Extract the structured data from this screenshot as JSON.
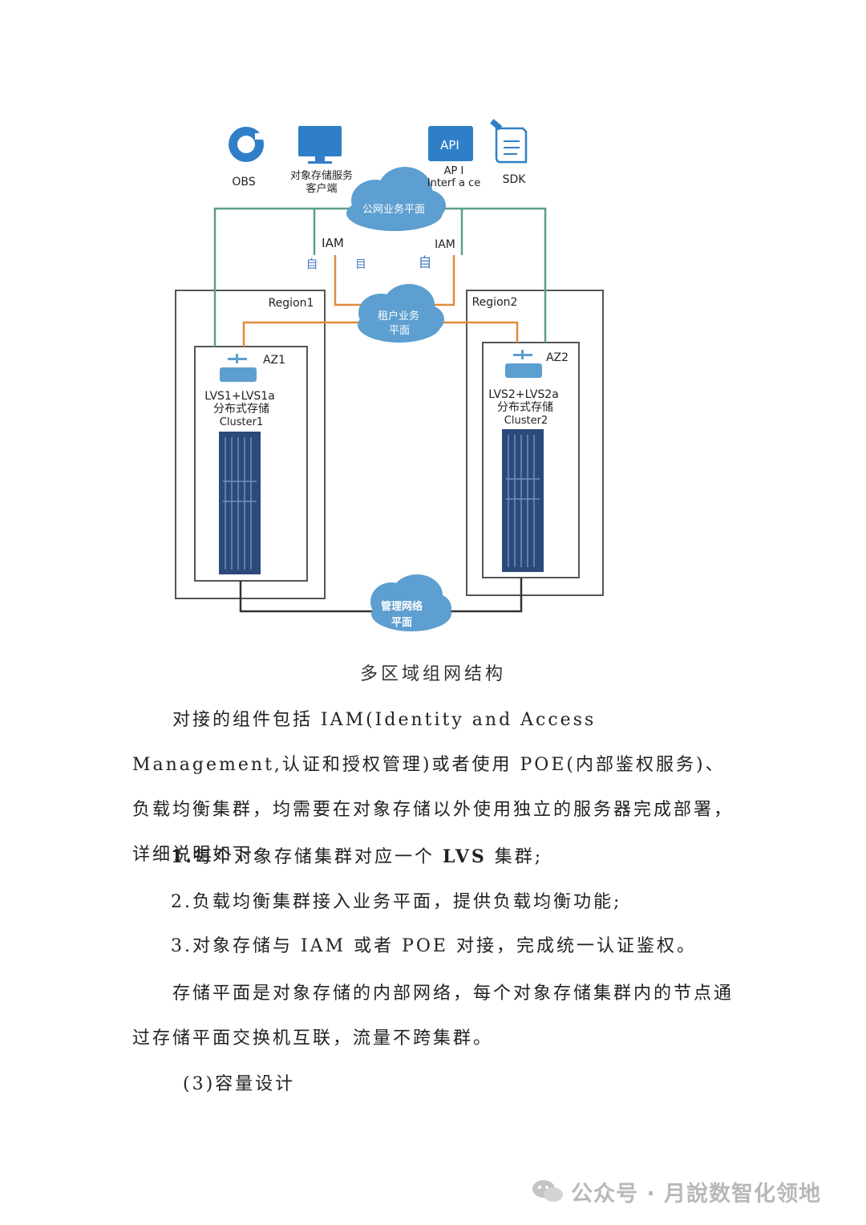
{
  "diagram": {
    "icons": {
      "obs": "OBS",
      "client_line1": "对象存储服务",
      "client_line2": "客户端",
      "api": "API",
      "api_if_line1": "AP I",
      "api_if_line2": "Interf a ce",
      "sdk": "SDK"
    },
    "public_cloud": "公网业务平面",
    "iam_left": "IAM",
    "iam_right": "IAM",
    "iam_glyphs": [
      "自",
      "目",
      "自"
    ],
    "tenant_cloud_line1": "租户业务",
    "tenant_cloud_line2": "平面",
    "mgmt_cloud_line1": "管理网络",
    "mgmt_cloud_line2": "平面",
    "region1": "Region1",
    "region2": "Region2",
    "az1": {
      "label": "AZ1",
      "line1": "LVS1+LVS1a",
      "line2": "分布式存储",
      "line3": "Cluster1"
    },
    "az2": {
      "label": "AZ2",
      "line1": "LVS2+LVS2a",
      "line2": "分布式存储",
      "line3": "Cluster2"
    },
    "colors": {
      "green_line": "#5b9e86",
      "orange_line": "#e08a3c",
      "dark_line": "#333333",
      "cloud_fill": "#5c9fd0",
      "server_fill": "#2b4a7a"
    }
  },
  "caption": "多区域组网结构",
  "paragraph1": "对接的组件包括 IAM(Identity and Access Management,认证和授权管理)或者使用 POE(内部鉴权服务)、负载均衡集群，均需要在对象存储以外使用独立的服务器完成部署，详细说明如下:",
  "list": {
    "item1_num": "1.",
    "item1_a": "每个对象存储集群对应一个 ",
    "item1_b": "LVS",
    "item1_c": " 集群;",
    "item2": "2.负载均衡集群接入业务平面，提供负载均衡功能;",
    "item3": "3.对象存储与 IAM 或者 POE 对接，完成统一认证鉴权。"
  },
  "paragraph2": "存储平面是对象存储的内部网络，每个对象存储集群内的节点通过存储平面交换机互联，流量不跨集群。",
  "section": "(3)容量设计",
  "watermark": "公众号 · 月說数智化领地"
}
